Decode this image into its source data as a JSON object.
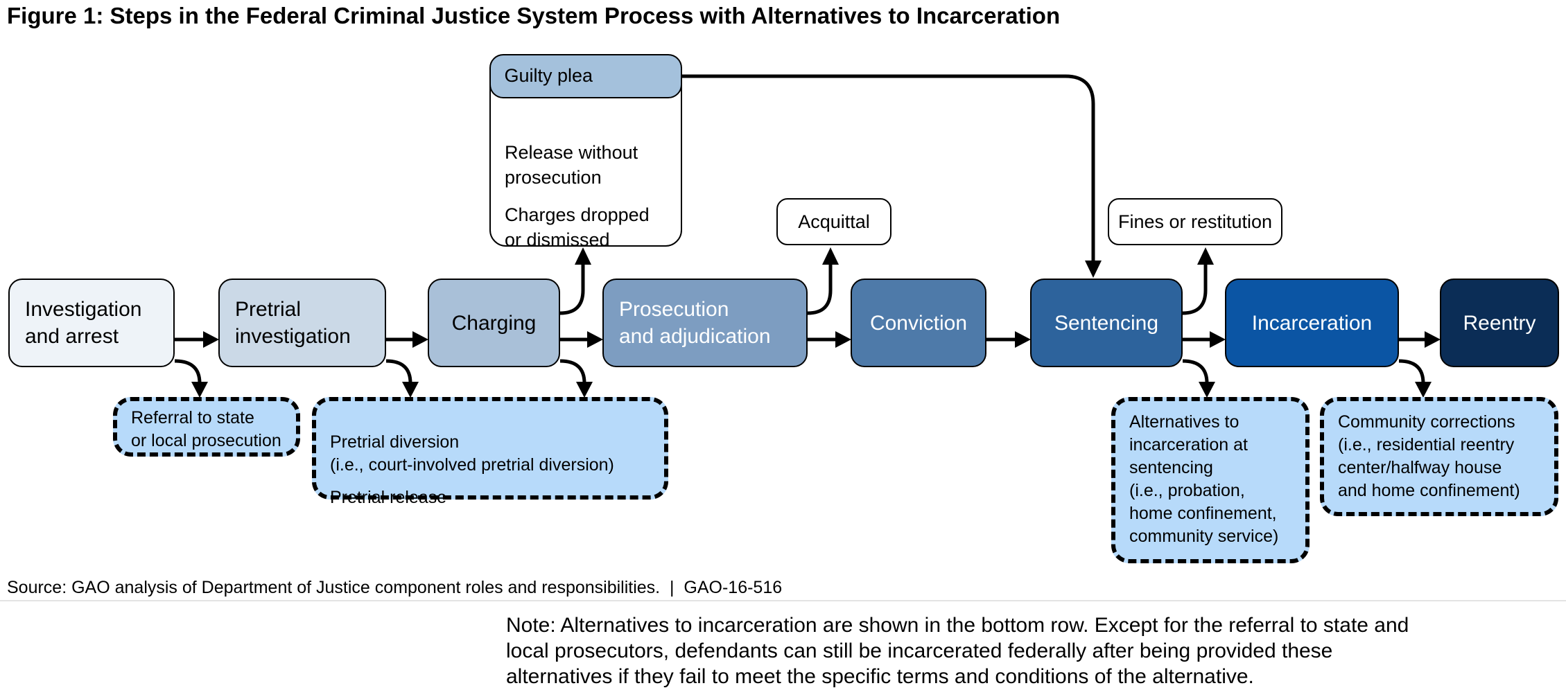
{
  "title": "Figure 1: Steps in the Federal Criminal Justice System Process with Alternatives to Incarceration",
  "steps": [
    {
      "label": "Investigation\nand arrest",
      "fill": "#eef3f8",
      "text": "#000000"
    },
    {
      "label": "Pretrial\ninvestigation",
      "fill": "#cbd9e7",
      "text": "#000000"
    },
    {
      "label": "Charging",
      "fill": "#a9c0d8",
      "text": "#000000"
    },
    {
      "label": "Prosecution\nand adjudication",
      "fill": "#7d9dc1",
      "text": "#ffffff"
    },
    {
      "label": "Conviction",
      "fill": "#4e7aa9",
      "text": "#ffffff"
    },
    {
      "label": "Sentencing",
      "fill": "#2d639c",
      "text": "#ffffff"
    },
    {
      "label": "Incarceration",
      "fill": "#0b55a4",
      "text": "#ffffff"
    },
    {
      "label": "Reentry",
      "fill": "#0b2d56",
      "text": "#ffffff"
    }
  ],
  "outcomes": {
    "guilty_plea": "Guilty plea",
    "guilty_plea_fill": "#a4c1dc",
    "release_without": "Release without\nprosecution",
    "charges_dropped": "Charges dropped\nor dismissed",
    "acquittal": "Acquittal",
    "fines": "Fines or restitution"
  },
  "alternatives_fill": "#b7dafa",
  "alternatives": [
    {
      "text": "Referral to state\nor local prosecution"
    },
    {
      "text": "Pretrial diversion\n(i.e., court-involved pretrial diversion)",
      "para2": "Pretrial release"
    },
    {
      "text": "Alternatives to\nincarceration at\nsentencing\n(i.e., probation,\nhome confinement,\ncommunity service)"
    },
    {
      "text": "Community corrections\n(i.e., residential reentry\ncenter/halfway house\nand home confinement)"
    }
  ],
  "source": "Source: GAO analysis of Department of Justice component roles and responsibilities.  |  GAO-16-516",
  "note": "Note: Alternatives to incarceration are shown in the bottom row. Except for the referral to state and\nlocal prosecutors, defendants can still be incarcerated federally after being provided these\nalternatives if they fail to meet the specific terms and conditions of the alternative."
}
